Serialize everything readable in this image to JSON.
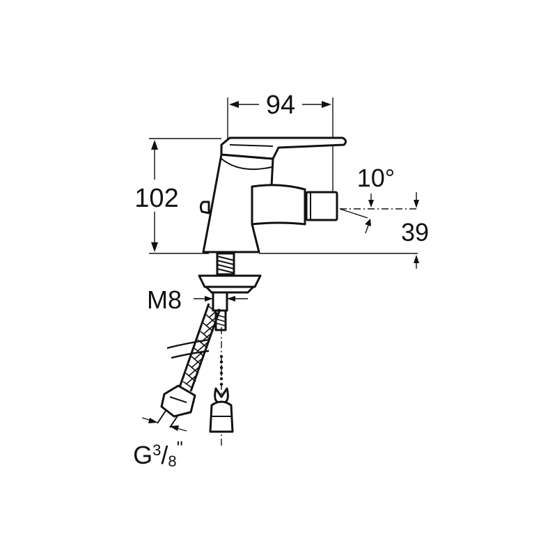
{
  "dimensions": {
    "width_label": "94",
    "height_label": "102",
    "angle_label": "10°",
    "spout_height_label": "39",
    "thread_label": "M8",
    "connection_label": "G",
    "connection_sup": "3",
    "connection_rest": "/",
    "connection_sub": "8",
    "connection_mark": "\""
  }
}
